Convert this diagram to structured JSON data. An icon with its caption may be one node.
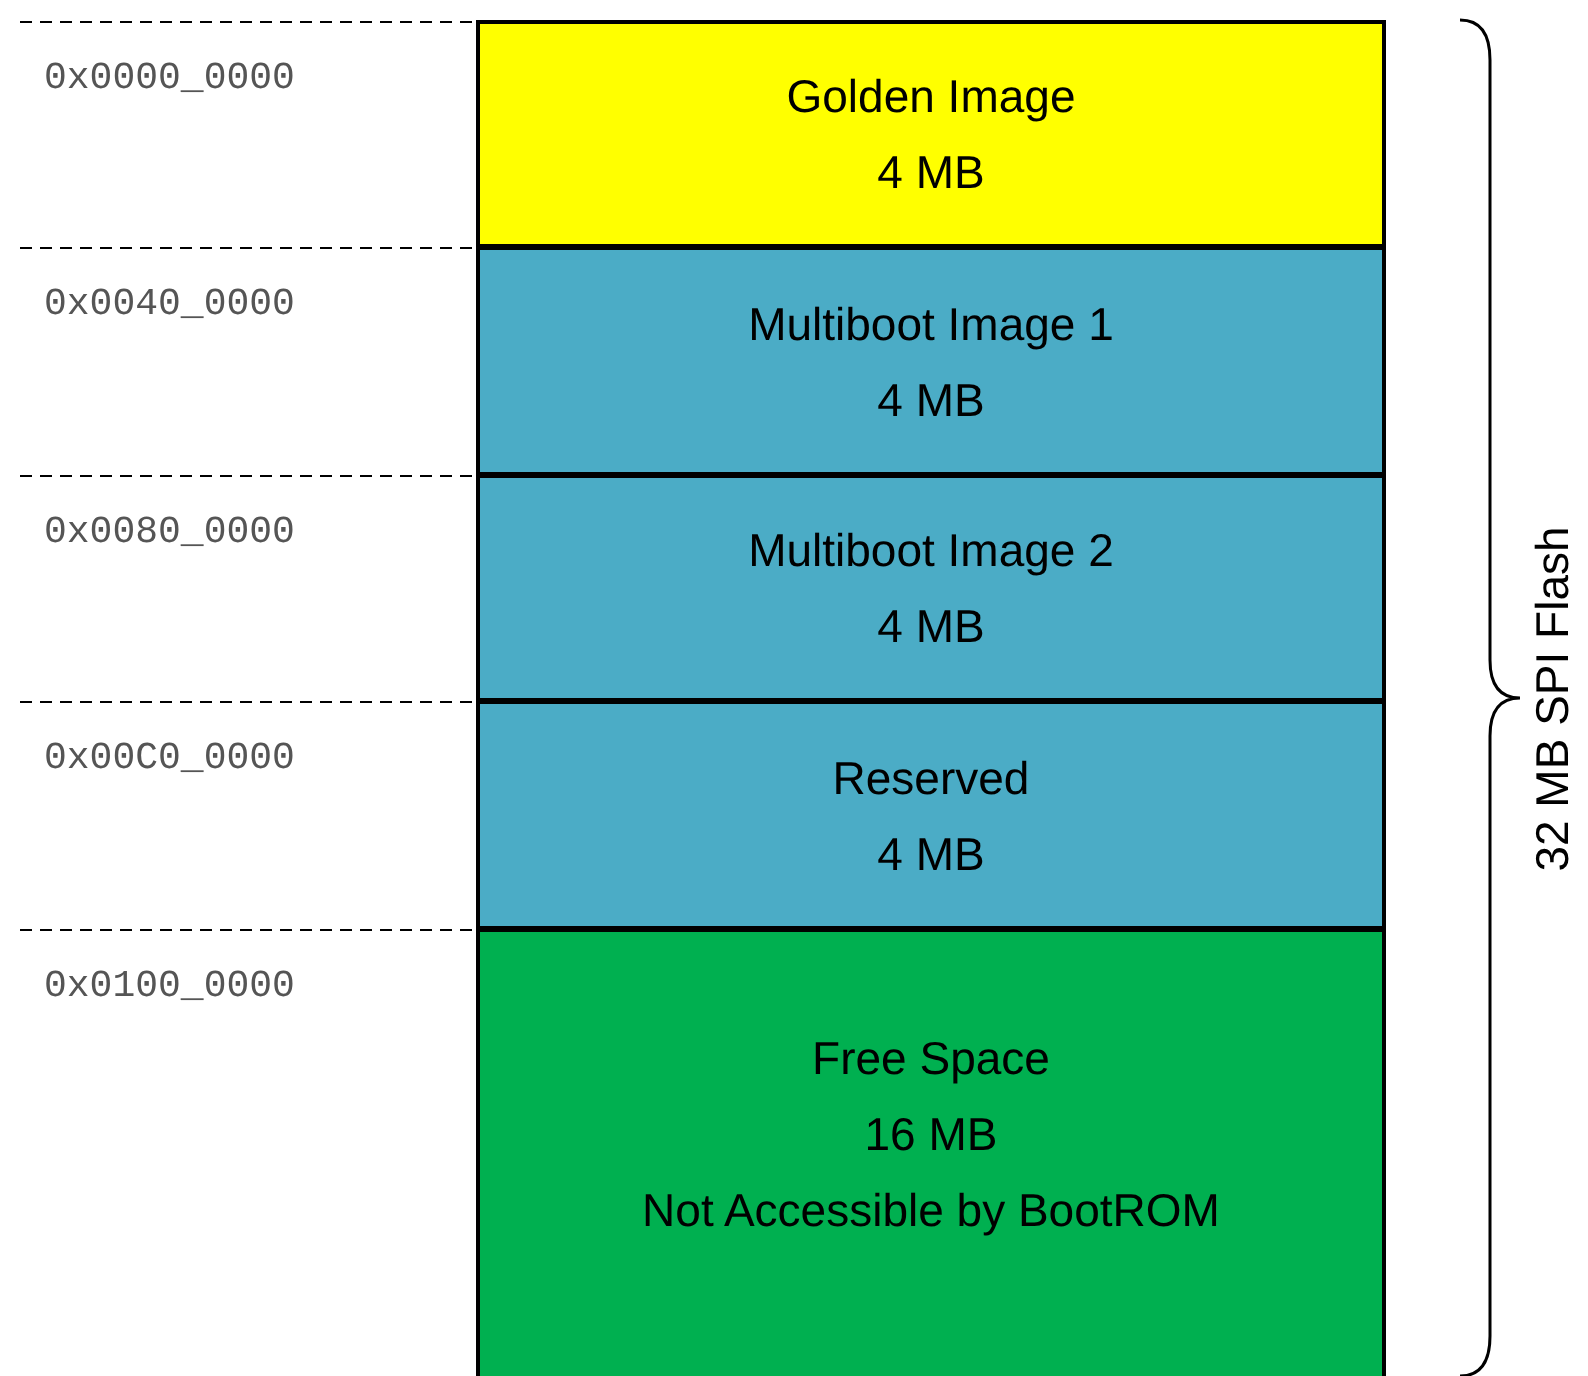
{
  "diagram": {
    "nodes": [
      {
        "text": [
          "Golden Image",
          "4 MB"
        ]
      },
      {
        "text": [
          "Multiboot Image 1",
          "4 MB"
        ]
      },
      {
        "text": [
          "Multiboot Image 2",
          "4 MB"
        ]
      },
      {
        "text": [
          "Reserved",
          "4 MB"
        ]
      },
      {
        "text": [
          "Free Space",
          "16 MB",
          "Not Accessible by BootROM"
        ]
      }
    ],
    "edges": [],
    "labels": [
      "0x0000_0000",
      "0x0040_0000",
      "0x0080_0000",
      "0x00C0_0000",
      "0x0100_0000",
      "32 MB SPI Flash"
    ]
  }
}
